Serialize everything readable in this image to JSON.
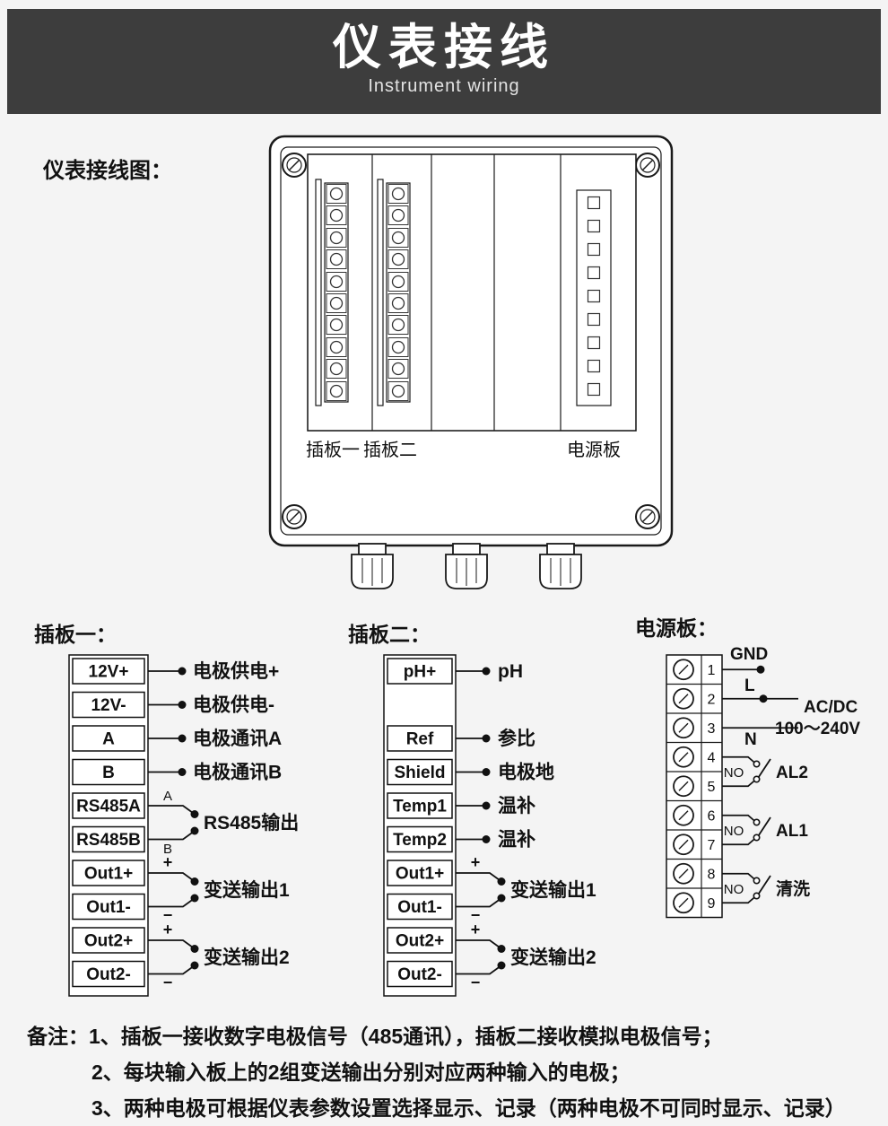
{
  "header": {
    "title": "仪表接线",
    "subtitle": "Instrument wiring"
  },
  "diagram": {
    "caption": "仪表接线图：",
    "labels": {
      "board1": "插板一",
      "board2": "插板二",
      "power": "电源板"
    }
  },
  "board1": {
    "heading": "插板一：",
    "terminals": [
      "12V+",
      "12V-",
      "A",
      "B",
      "RS485A",
      "RS485B",
      "Out1+",
      "Out1-",
      "Out2+",
      "Out2-"
    ],
    "wires": {
      "supply_plus": "电极供电+",
      "supply_minus": "电极供电-",
      "comm_a": "电极通讯A",
      "comm_b": "电极通讯B",
      "rs485": "RS485输出",
      "out1": "变送输出1",
      "out2": "变送输出2",
      "a": "A",
      "b": "B",
      "plus": "+",
      "minus": "−"
    }
  },
  "board2": {
    "heading": "插板二：",
    "terminals": [
      "pH+",
      "Ref",
      "Shield",
      "Temp1",
      "Temp2",
      "Out1+",
      "Out1-",
      "Out2+",
      "Out2-"
    ],
    "wires": {
      "ph": "pH",
      "ref": "参比",
      "shield": "电极地",
      "temp1": "温补",
      "temp2": "温补",
      "out1": "变送输出1",
      "out2": "变送输出2",
      "plus": "+",
      "minus": "−"
    }
  },
  "power": {
    "heading": "电源板：",
    "terminals": [
      "1",
      "2",
      "3",
      "4",
      "5",
      "6",
      "7",
      "8",
      "9"
    ],
    "labels": {
      "gnd": "GND",
      "line": "L",
      "neutral": "N",
      "acdc": "AC/DC",
      "voltage": "100～240V",
      "no": "NO",
      "al2": "AL2",
      "al1": "AL1",
      "clean": "清洗"
    }
  },
  "notes": {
    "prefix": "备注：",
    "items": [
      "1、插板一接收数字电极信号（485通讯），插板二接收模拟电极信号；",
      "2、每块输入板上的2组变送输出分别对应两种输入的电极；",
      "3、两种电极可根据仪表参数设置选择显示、记录（两种电极不可同时显示、记录）"
    ]
  }
}
